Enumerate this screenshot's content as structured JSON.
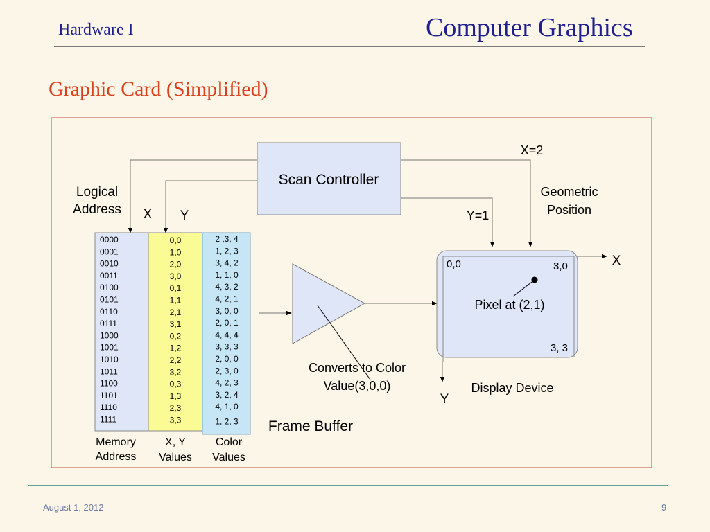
{
  "header": {
    "section": "Hardware  I",
    "course": "Computer Graphics"
  },
  "slide": {
    "title": "Graphic Card  (Simplified)"
  },
  "diagram": {
    "scan_controller": "Scan Controller",
    "logical_address": [
      "Logical",
      "Address"
    ],
    "x_label": "X",
    "y_label": "Y",
    "x_eq": "X=2",
    "y_eq": "Y=1",
    "geometric_position": [
      "Geometric",
      "Position"
    ],
    "memory_address": [
      "0000",
      "0001",
      "0010",
      "0011",
      "0100",
      "0101",
      "0110",
      "0111",
      "1000",
      "1001",
      "1010",
      "1011",
      "1100",
      "1101",
      "1110",
      "1111"
    ],
    "xy_values": [
      "0,0",
      "1,0",
      "2,0",
      "3,0",
      "0,1",
      "1,1",
      "2,1",
      "3,1",
      "0,2",
      "1,2",
      "2,2",
      "3,2",
      "0,3",
      "1,3",
      "2,3",
      "3,3"
    ],
    "color_values": [
      "2 ,3, 4",
      "1, 2, 3",
      "3, 4, 2",
      "1, 1, 0",
      "4, 3, 2",
      "4, 2, 1",
      "3, 0, 0",
      "2, 0, 1",
      "4, 4, 4",
      "3, 3, 3",
      "2, 0, 0",
      "2, 3, 0",
      "4, 2, 3",
      "3, 2, 4",
      "4, 1, 0",
      "1, 2, 3"
    ],
    "col_memory_address": [
      "Memory",
      "Address"
    ],
    "col_xy_values": [
      "X, Y",
      "Values"
    ],
    "col_color_values": [
      "Color",
      "Values"
    ],
    "frame_buffer": "Frame Buffer",
    "converts_label": [
      "Converts to Color",
      "Value(3,0,0)"
    ],
    "display": {
      "origin": "0,0",
      "top_right": "3,0",
      "bottom_right": "3, 3",
      "pixel_label": "Pixel at (2,1)",
      "axis_x": "X",
      "axis_y": "Y",
      "caption": "Display Device"
    }
  },
  "colors": {
    "title_red": "#d9411c",
    "header_blue": "#1f1f8f",
    "panel_blue": "#dfe6f7",
    "xy_yellow": "#fbfb96",
    "color_col_blue": "#c6e5f5",
    "border_red": "#c86a5a"
  },
  "footer": {
    "date": "August 1, 2012",
    "page": "9"
  }
}
